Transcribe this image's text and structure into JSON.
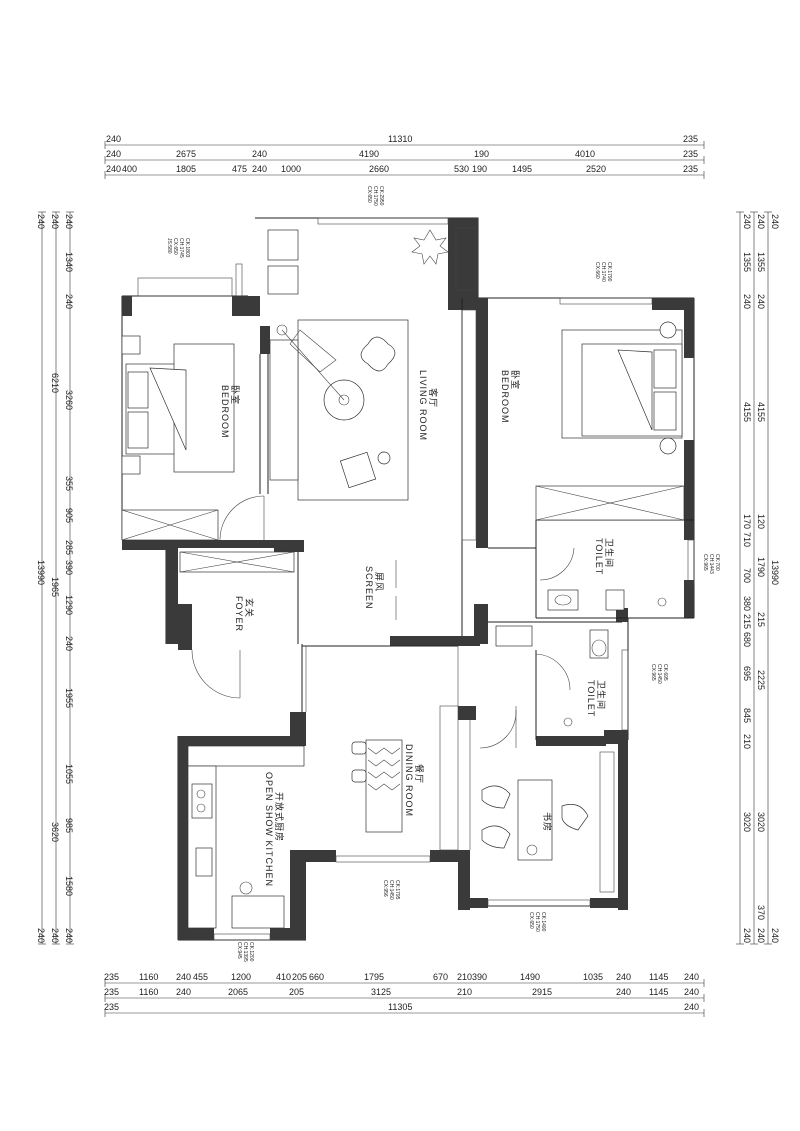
{
  "dimensions": {
    "top": {
      "row1": [
        "240",
        "11310",
        "235"
      ],
      "row2": [
        "240",
        "2675",
        "240",
        "4190",
        "190",
        "4010",
        "235"
      ],
      "row3": [
        "240",
        "400",
        "1805",
        "475",
        "240",
        "1000",
        "2660",
        "530",
        "190",
        "1495",
        "2520",
        "235"
      ]
    },
    "bottom": {
      "row1": [
        "235",
        "1160",
        "240",
        "455",
        "1200",
        "410",
        "205",
        "660",
        "1795",
        "670",
        "210",
        "390",
        "1490",
        "1035",
        "240",
        "1145",
        "240"
      ],
      "row2": [
        "235",
        "1160",
        "240",
        "2065",
        "205",
        "3125",
        "210",
        "2915",
        "240",
        "1145",
        "240"
      ],
      "row3": [
        "235",
        "11305",
        "240"
      ]
    },
    "left": {
      "row1": [
        "240",
        "13990",
        "240"
      ],
      "row2": [
        "240",
        "6210",
        "1965",
        "3620",
        "240"
      ],
      "row3": [
        "240",
        "1340",
        "240",
        "3260",
        "355",
        "905",
        "285",
        "390",
        "1290",
        "240",
        "1955",
        "1055",
        "985",
        "1580",
        "240"
      ]
    },
    "right": {
      "row1": [
        "240",
        "13990",
        "240"
      ],
      "row2": [
        "240",
        "1355",
        "240",
        "4155",
        "120",
        "1790",
        "215",
        "2225",
        "3020",
        "370",
        "240"
      ],
      "row3": [
        "240",
        "1355",
        "240",
        "4155",
        "170",
        "710",
        "700",
        "380",
        "215",
        "680",
        "695",
        "845",
        "210",
        "3020",
        "240"
      ]
    }
  },
  "window_tags": {
    "living": [
      "CK:2950",
      "CH:1750",
      "CX:650"
    ],
    "bedroom_left": [
      "CK:1803",
      "CH:1745",
      "CX:650",
      "JS:580"
    ],
    "bedroom_right": [
      "CK:1790",
      "CH:1740",
      "CX:660"
    ],
    "toilet_upper": [
      "CK:700",
      "CH:1443",
      "CX:965"
    ],
    "toilet_lower": [
      "CK:695",
      "CH:1450",
      "CX:965"
    ],
    "dining": [
      "CK:1795",
      "CH:1450",
      "CX:956"
    ],
    "study": [
      "CK:1490",
      "CH:1750",
      "CX:650"
    ],
    "kitchen": [
      "CK:1200",
      "CH:1395",
      "CX:945"
    ]
  },
  "rooms": {
    "bedroom_left": {
      "cn": "卧室",
      "en": "BEDROOM"
    },
    "bedroom_right": {
      "cn": "卧室",
      "en": "BEDROOM"
    },
    "living": {
      "cn": "客厅",
      "en": "LIVING ROOM"
    },
    "screen": {
      "cn": "屏风",
      "en": "SCREEN"
    },
    "foyer": {
      "cn": "玄关",
      "en": "FOYER"
    },
    "toilet_upper": {
      "cn": "卫生间",
      "en": "TOILET"
    },
    "toilet_lower": {
      "cn": "卫生间",
      "en": "TOILET"
    },
    "dining": {
      "cn": "餐厅",
      "en": "DINING ROOM"
    },
    "kitchen": {
      "cn": "开放式厨房",
      "en": "OPEN SHOW KITCHEN"
    },
    "study": {
      "cn": "书房"
    }
  }
}
